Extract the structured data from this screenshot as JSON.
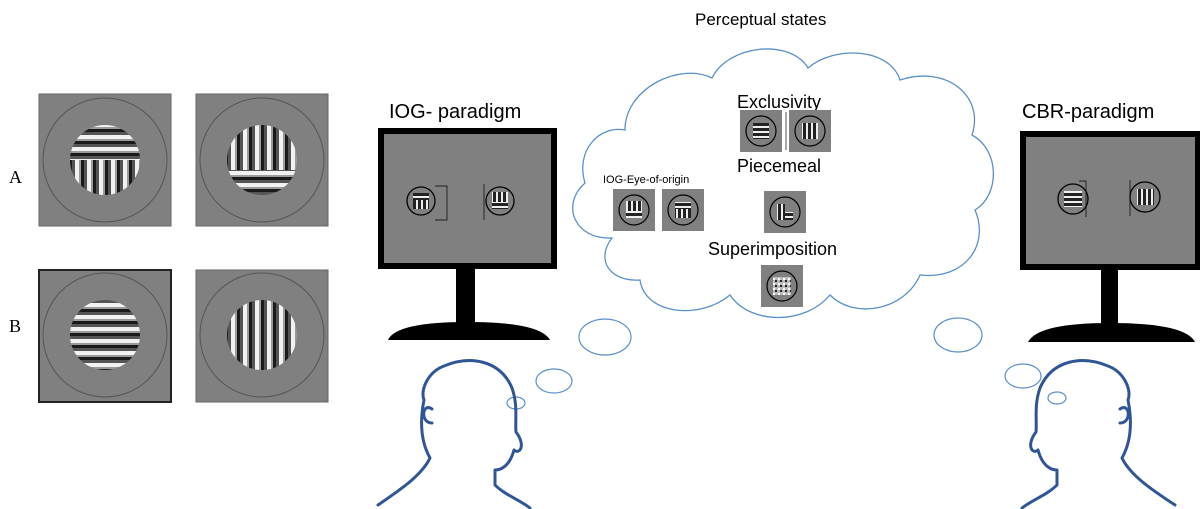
{
  "rows": {
    "a_label": "A",
    "b_label": "B"
  },
  "cloud": {
    "title": "Perceptual states",
    "states": {
      "exclusivity": "Exclusivity",
      "piecemeal": "Piecemeal",
      "superimposition": "Superimposition",
      "iog_eye_of_origin": "IOG-Eye-of-origin"
    }
  },
  "monitors": {
    "left_title": "IOG- paradigm",
    "right_title": "CBR-paradigm"
  },
  "colors": {
    "stimulus_gray": "#808080",
    "cloud_outline": "#5b8fc9",
    "head_outline": "#2f5597",
    "monitor_frame": "#000000"
  }
}
